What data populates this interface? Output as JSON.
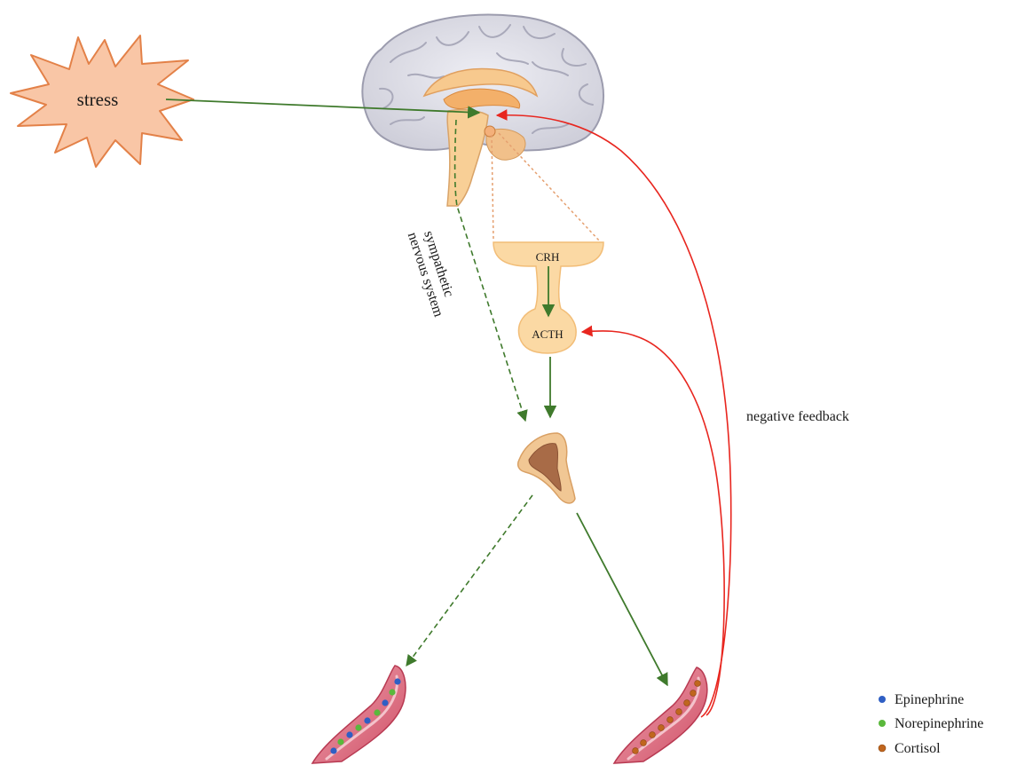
{
  "labels": {
    "stress": "stress",
    "crh": "CRH",
    "acth": "ACTH",
    "sympathetic_line1": "sympathetic",
    "sympathetic_line2": "nervous system",
    "negative_feedback": "negative feedback"
  },
  "legend": [
    {
      "label": "Epinephrine",
      "color": "#2f5fc4"
    },
    {
      "label": "Norepinephrine",
      "color": "#5ab83c"
    },
    {
      "label": "Cortisol",
      "color": "#c0661e"
    }
  ],
  "colors": {
    "stress_burst": "#f9c6a6",
    "stress_outline": "#e38148",
    "pathway_arrow": "#3f7a2c",
    "feedback_arrow": "#e8261f",
    "pituitary_fill": "#fbd9a4",
    "hypothalamus_link": "#e5a070",
    "brain_fill": "#dcdce4",
    "brain_outline": "#9c9cae",
    "adrenal_cortex": "#f1c794",
    "adrenal_medulla": "#a86b47",
    "vessel_wall": "#d9667a",
    "vessel_lumen": "#b9384f"
  },
  "icons": {
    "brain": "brain-icon",
    "pituitary": "pituitary-icon",
    "adrenal": "adrenal-gland-icon",
    "vessel": "blood-vessel-icon"
  }
}
